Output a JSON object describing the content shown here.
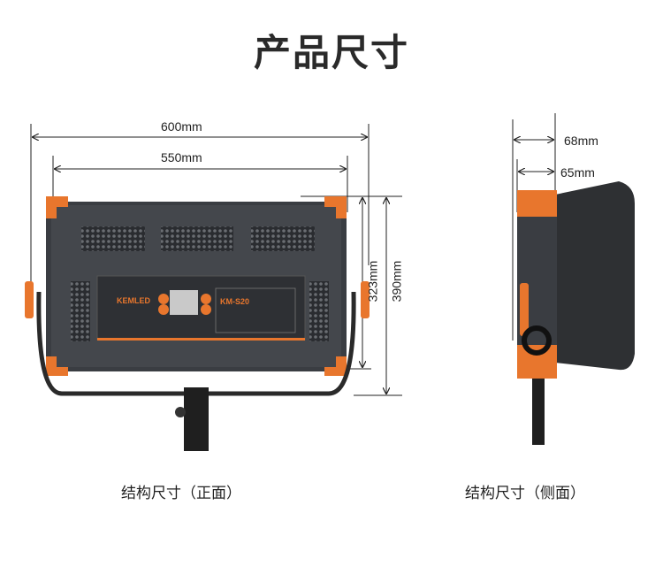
{
  "title": "产品尺寸",
  "front_view": {
    "caption": "结构尺寸（正面）",
    "width_outer": "600mm",
    "width_inner": "550mm",
    "height_panel": "323mm",
    "height_total": "390mm",
    "brand": "KEMLED",
    "model": "KM-S20"
  },
  "side_view": {
    "caption": "结构尺寸（侧面）",
    "depth_outer": "68mm",
    "depth_inner": "65mm"
  },
  "colors": {
    "accent": "#e8762d",
    "body": "#3a3d42"
  }
}
